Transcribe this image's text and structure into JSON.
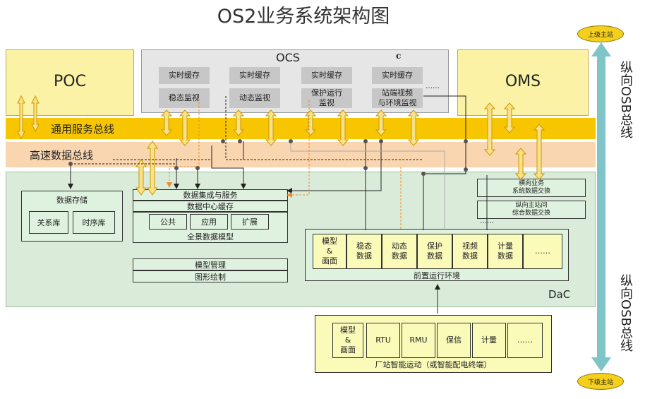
{
  "title": "OS2业务系统架构图",
  "poc": "POC",
  "oms": "OMS",
  "ocs": {
    "label": "OCS",
    "c_label": "c",
    "cache": [
      "实时缓存",
      "实时缓存",
      "实时缓存",
      "实时缓存"
    ],
    "monitors": [
      "稳态监视",
      "动态监视",
      "保护运行\n监视",
      "站端视频\n与环境监视"
    ],
    "more": "……"
  },
  "buses": {
    "general": "通用服务总线",
    "highspeed": "高速数据总线"
  },
  "storage": {
    "title": "数据存储",
    "items": [
      "关系库",
      "时序库"
    ]
  },
  "integration": {
    "header": "数据集成与服务",
    "cache": "数据中心缓存",
    "sub": [
      "公共",
      "应用",
      "扩展"
    ],
    "footer": "全景数据模型"
  },
  "model_mgmt": {
    "mgmt": "模型管理",
    "draw": "图形绘制"
  },
  "exchange": {
    "horiz": "横向业务\n系统数据交换",
    "vert": "纵向主站间\n综合数据交换",
    "more": "……"
  },
  "frontend": {
    "cells": [
      "模型\n&\n画面",
      "稳态\n数据",
      "动态\n数据",
      "保护\n数据",
      "视频\n数据",
      "计量\n数据",
      "……"
    ],
    "footer": "前置运行环境"
  },
  "dac": "DaC",
  "station": {
    "cells": [
      "模型\n&\n画面",
      "RTU",
      "RMU",
      "保信",
      "计量",
      "……"
    ],
    "footer": "厂站智能运动（或智能配电终端）"
  },
  "vbus": {
    "upper_pill": "上级主站",
    "lower_pill": "下级主站",
    "label_top": "纵向OSB总线",
    "label_bottom": "纵向OSB总线"
  },
  "colors": {
    "poc_fill": "#fbf2a6",
    "general_bus": "#f7c600",
    "highspeed_bus": "#f9d6b0",
    "dac_fill": "#daecd9",
    "vbus": "#7fc4c7",
    "orange_link": "#f08a2a"
  }
}
